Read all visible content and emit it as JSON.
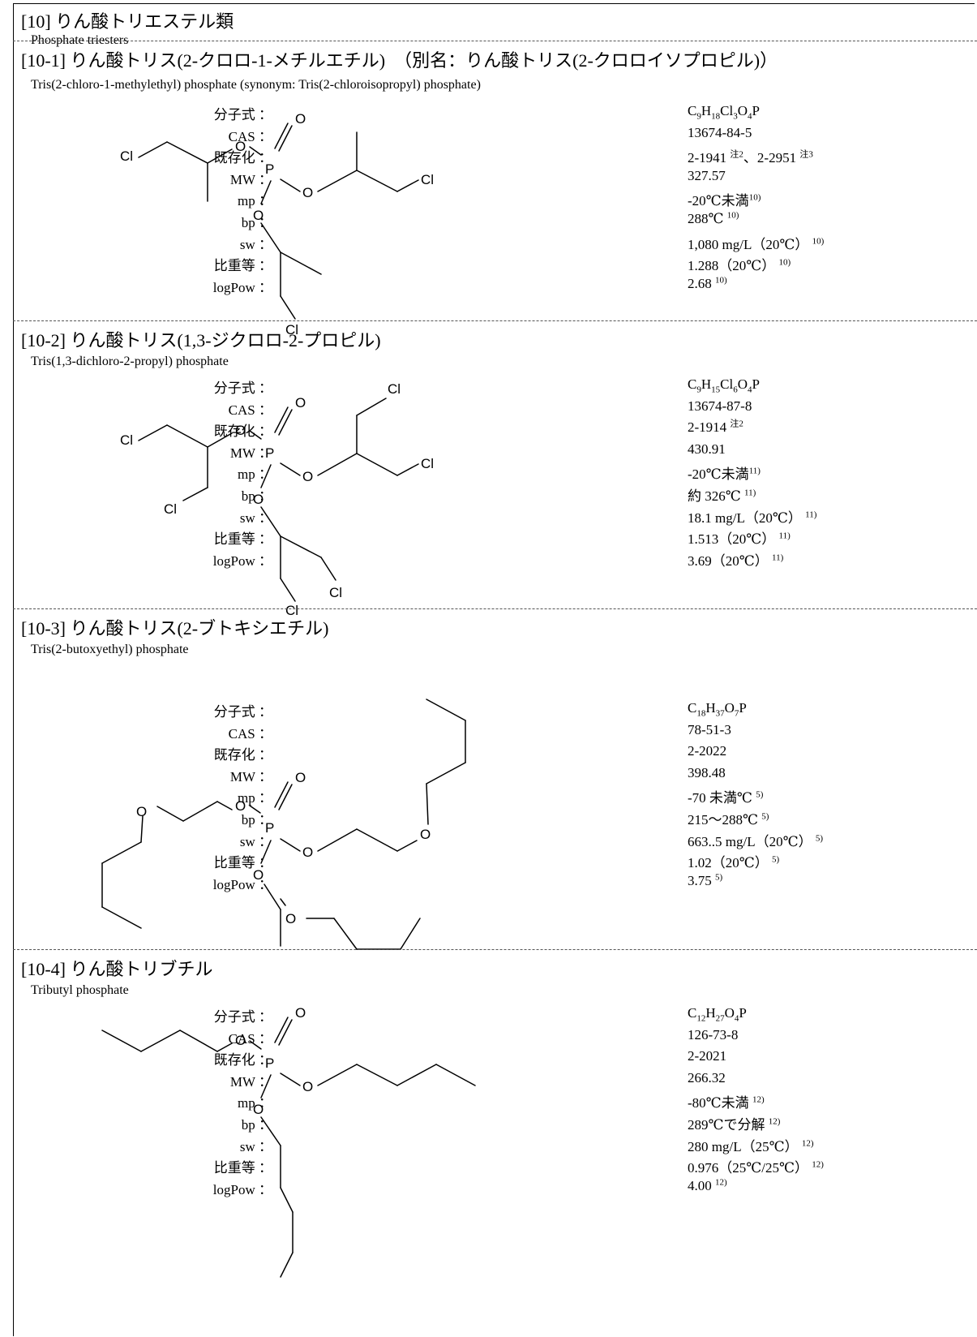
{
  "category": {
    "jp": "[10]  りん酸トリエステル類",
    "en": "Phosphate triesters"
  },
  "compounds": [
    {
      "jp": "[10-1]  りん酸トリス(2-クロロ-1-メチルエチル)　（別名：りん酸トリス(2-クロロイソプロピル)）",
      "en": "Tris(2-chloro-1-methylethyl) phosphate (synonym: Tris(2-chloroisopropyl) phosphate)",
      "formula": [
        {
          "t": "C"
        },
        {
          "t": "9",
          "s": 1
        },
        {
          "t": "H"
        },
        {
          "t": "18",
          "s": 1
        },
        {
          "t": "Cl"
        },
        {
          "t": "3",
          "s": 1
        },
        {
          "t": "O"
        },
        {
          "t": "4",
          "s": 1
        },
        {
          "t": "P"
        }
      ],
      "props": [
        {
          "k": "CAS",
          "v": "13674-84-5",
          "r": ""
        },
        {
          "k": "既存化",
          "v": "2-1941 ",
          "r": "注2",
          "v2": "、2-2951 ",
          "r2": "注3"
        },
        {
          "k": "MW",
          "v": "327.57",
          "r": ""
        },
        {
          "k": "mp",
          "v": "-20℃未満",
          "r": "10)"
        },
        {
          "k": "bp",
          "v": "288℃ ",
          "r": "10)"
        },
        {
          "k": "sw",
          "v": "1,080 mg/L（20℃） ",
          "r": "10)"
        },
        {
          "k": "比重等",
          "v": "1.288（20℃） ",
          "r": "10)"
        },
        {
          "k": "logPow",
          "v": "2.68 ",
          "r": "10)"
        }
      ],
      "atoms": {
        "O": "O",
        "P": "P",
        "Cl": "Cl"
      }
    },
    {
      "jp": "[10-2]  りん酸トリス(1,3-ジクロロ-2-プロピル)",
      "en": "Tris(1,3-dichloro-2-propyl) phosphate",
      "formula": [
        {
          "t": "C"
        },
        {
          "t": "9",
          "s": 1
        },
        {
          "t": "H"
        },
        {
          "t": "15",
          "s": 1
        },
        {
          "t": "Cl"
        },
        {
          "t": "6",
          "s": 1
        },
        {
          "t": "O"
        },
        {
          "t": "4",
          "s": 1
        },
        {
          "t": "P"
        }
      ],
      "props": [
        {
          "k": "CAS",
          "v": "13674-87-8",
          "r": ""
        },
        {
          "k": "既存化",
          "v": "2-1914 ",
          "r": "注2"
        },
        {
          "k": "MW",
          "v": "430.91",
          "r": ""
        },
        {
          "k": "mp",
          "v": "-20℃未満",
          "r": "11)"
        },
        {
          "k": "bp",
          "v": "約 326℃ ",
          "r": "11)"
        },
        {
          "k": "sw",
          "v": "18.1 mg/L（20℃） ",
          "r": "11)"
        },
        {
          "k": "比重等",
          "v": "1.513（20℃） ",
          "r": "11)"
        },
        {
          "k": "logPow",
          "v": "3.69（20℃） ",
          "r": "11)"
        }
      ]
    },
    {
      "jp": "[10-3]  りん酸トリス(2-ブトキシエチル)",
      "en": "Tris(2-butoxyethyl) phosphate",
      "formula": [
        {
          "t": "C"
        },
        {
          "t": "18",
          "s": 1
        },
        {
          "t": "H"
        },
        {
          "t": "37",
          "s": 1
        },
        {
          "t": "O"
        },
        {
          "t": "7",
          "s": 1
        },
        {
          "t": "P"
        }
      ],
      "props": [
        {
          "k": "CAS",
          "v": "78-51-3",
          "r": ""
        },
        {
          "k": "既存化",
          "v": "2-2022",
          "r": ""
        },
        {
          "k": "MW",
          "v": "398.48",
          "r": ""
        },
        {
          "k": "mp",
          "v": "-70 未満℃ ",
          "r": "5)"
        },
        {
          "k": "bp",
          "v": "215～288℃ ",
          "r": "5)"
        },
        {
          "k": "sw",
          "v": "663..5 mg/L（20℃） ",
          "r": "5)"
        },
        {
          "k": "比重等",
          "v": "1.02（20℃） ",
          "r": "5)"
        },
        {
          "k": "logPow",
          "v": "3.75 ",
          "r": "5)"
        }
      ]
    },
    {
      "jp": "[10-4]  りん酸トリブチル",
      "en": "Tributyl phosphate",
      "formula": [
        {
          "t": "C"
        },
        {
          "t": "12",
          "s": 1
        },
        {
          "t": "H"
        },
        {
          "t": "27",
          "s": 1
        },
        {
          "t": "O"
        },
        {
          "t": "4",
          "s": 1
        },
        {
          "t": "P"
        }
      ],
      "props": [
        {
          "k": "CAS",
          "v": "126-73-8",
          "r": ""
        },
        {
          "k": "既存化",
          "v": "2-2021",
          "r": ""
        },
        {
          "k": "MW",
          "v": "266.32",
          "r": ""
        },
        {
          "k": "mp",
          "v": "-80℃未満 ",
          "r": "12)"
        },
        {
          "k": "bp",
          "v": "289℃で分解 ",
          "r": "12)"
        },
        {
          "k": "sw",
          "v": "280 mg/L（25℃） ",
          "r": "12)"
        },
        {
          "k": "比重等",
          "v": "0.976（25℃/25℃） ",
          "r": "12)"
        },
        {
          "k": "logPow",
          "v": "4.00 ",
          "r": "12)"
        }
      ]
    }
  ],
  "formula_key": "分子式",
  "sep": "："
}
